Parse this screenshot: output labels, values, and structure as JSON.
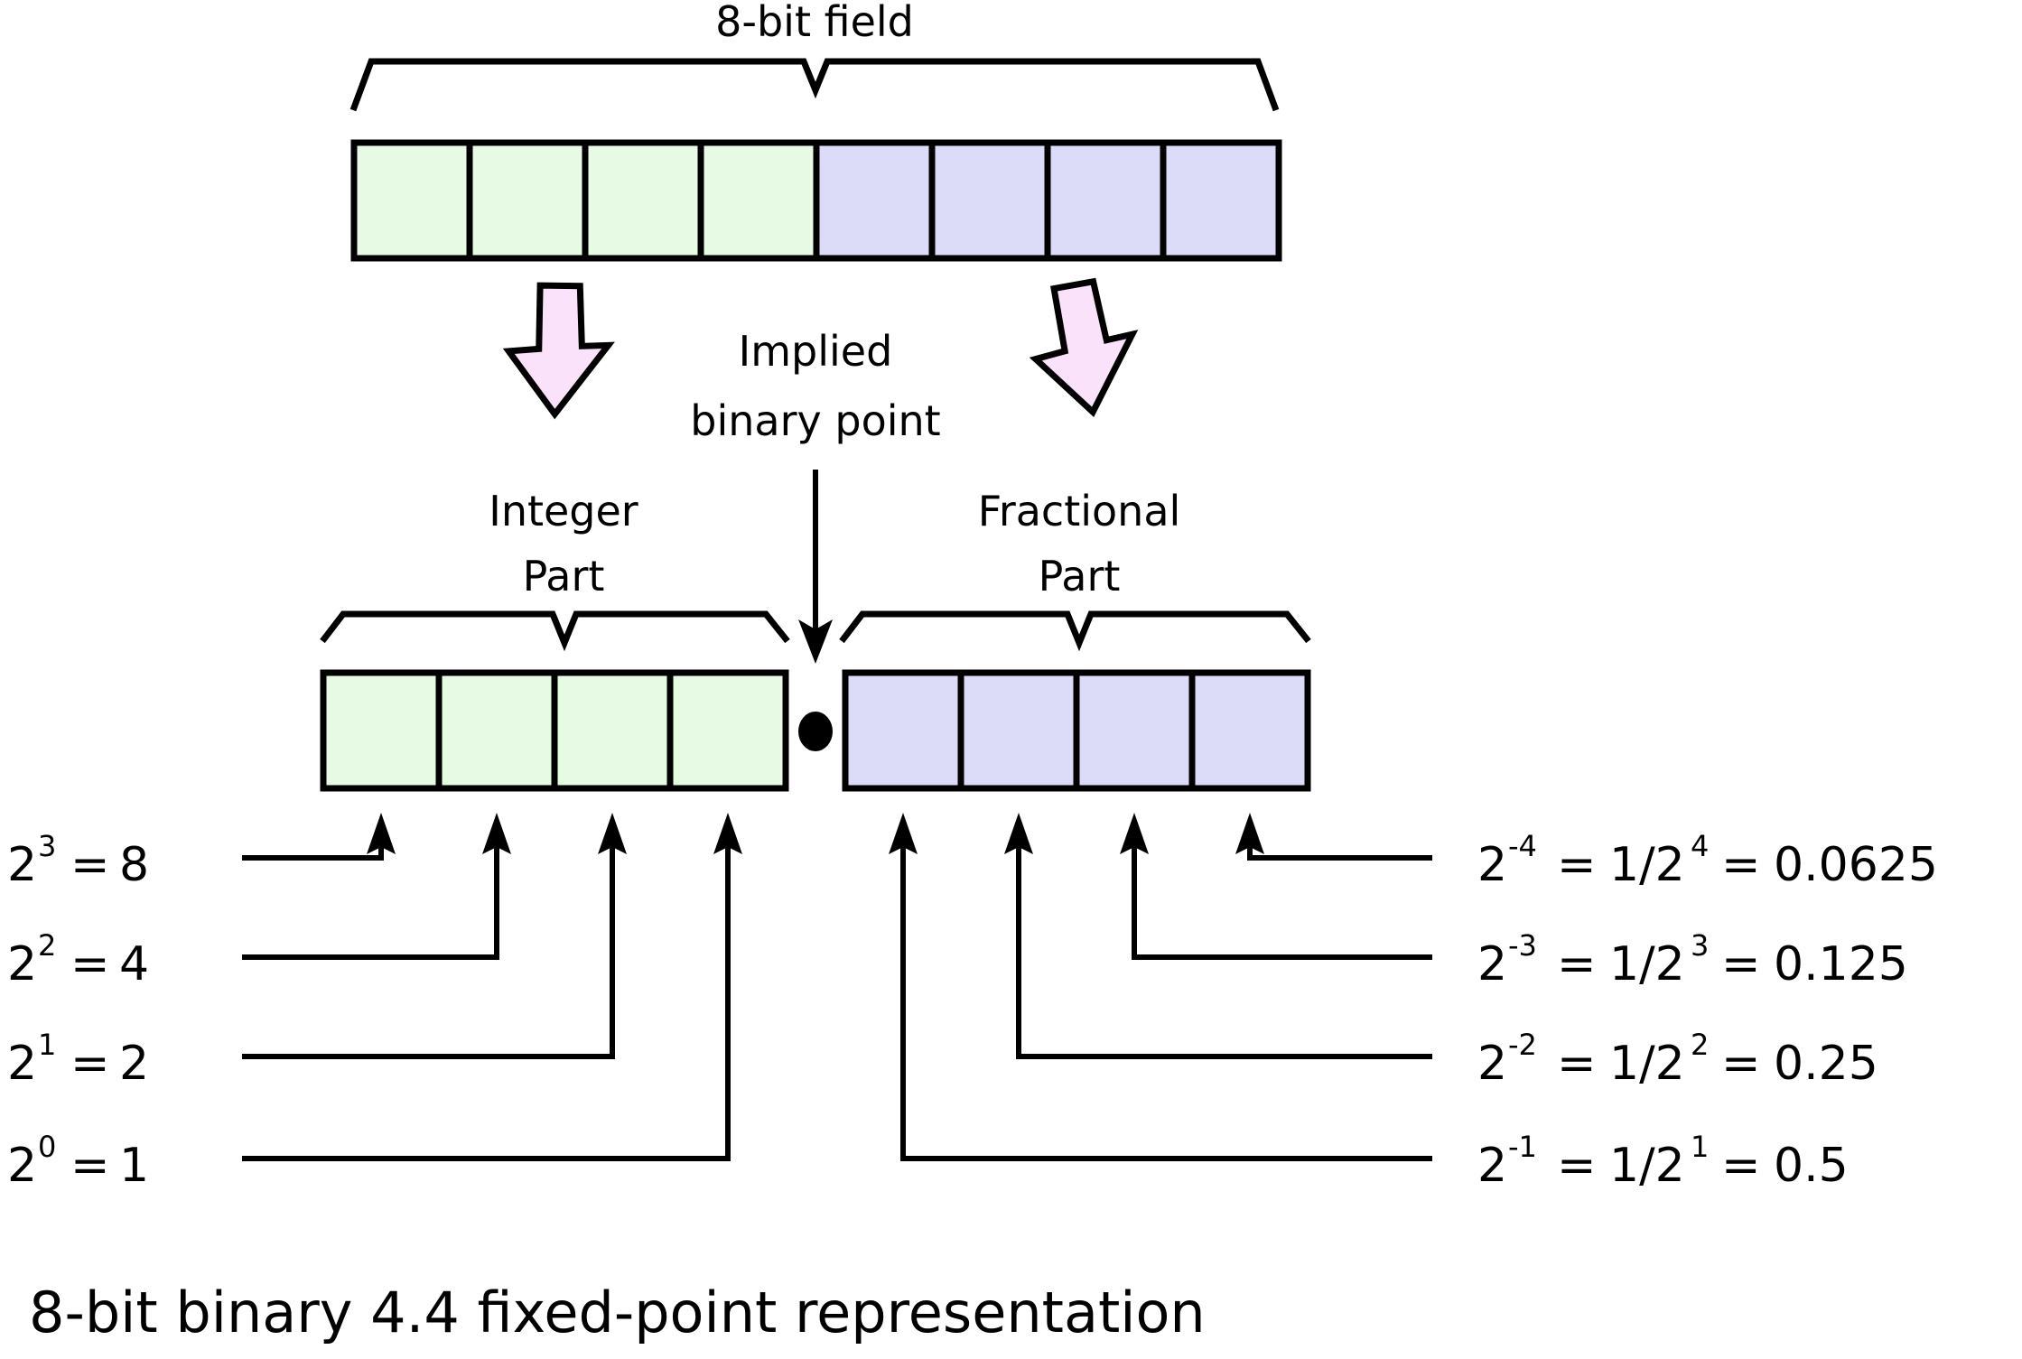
{
  "figure": {
    "caption": "8-bit binary 4.4 fixed-point representation",
    "top_label": "8-bit field",
    "implied_line1": "Implied",
    "implied_line2": "binary point",
    "integer_line1": "Integer",
    "integer_line2": "Part",
    "fractional_line1": "Fractional",
    "fractional_line2": "Part",
    "binary_point_symbol": "●"
  },
  "colors": {
    "integer_cell_fill": "#e7fbe4",
    "fractional_cell_fill": "#dcdcf8",
    "arrow_fill": "#fbe2fb",
    "stroke": "#000000",
    "background": "#ffffff"
  },
  "top_row": {
    "bit_count": 8,
    "integer_bits": 4,
    "fractional_bits": 4,
    "cells": [
      {
        "index": 0,
        "group": "integer"
      },
      {
        "index": 1,
        "group": "integer"
      },
      {
        "index": 2,
        "group": "integer"
      },
      {
        "index": 3,
        "group": "integer"
      },
      {
        "index": 4,
        "group": "fractional"
      },
      {
        "index": 5,
        "group": "fractional"
      },
      {
        "index": 6,
        "group": "fractional"
      },
      {
        "index": 7,
        "group": "fractional"
      }
    ]
  },
  "integer_weights": [
    {
      "base": "2",
      "exponent": "3",
      "equals": "=",
      "value": "8"
    },
    {
      "base": "2",
      "exponent": "2",
      "equals": "=",
      "value": "4"
    },
    {
      "base": "2",
      "exponent": "1",
      "equals": "=",
      "value": "2"
    },
    {
      "base": "2",
      "exponent": "0",
      "equals": "=",
      "value": "1"
    }
  ],
  "fractional_weights": [
    {
      "base": "2",
      "exponent": "-4",
      "equals": "=",
      "fraction_base": "1/2",
      "fraction_exponent": "4",
      "equals2": "=",
      "value": "0.0625"
    },
    {
      "base": "2",
      "exponent": "-3",
      "equals": "=",
      "fraction_base": "1/2",
      "fraction_exponent": "3",
      "equals2": "=",
      "value": "0.125"
    },
    {
      "base": "2",
      "exponent": "-2",
      "equals": "=",
      "fraction_base": "1/2",
      "fraction_exponent": "2",
      "equals2": "=",
      "value": "0.25"
    },
    {
      "base": "2",
      "exponent": "-1",
      "equals": "=",
      "fraction_base": "1/2",
      "fraction_exponent": "1",
      "equals2": "=",
      "value": "0.5"
    }
  ]
}
